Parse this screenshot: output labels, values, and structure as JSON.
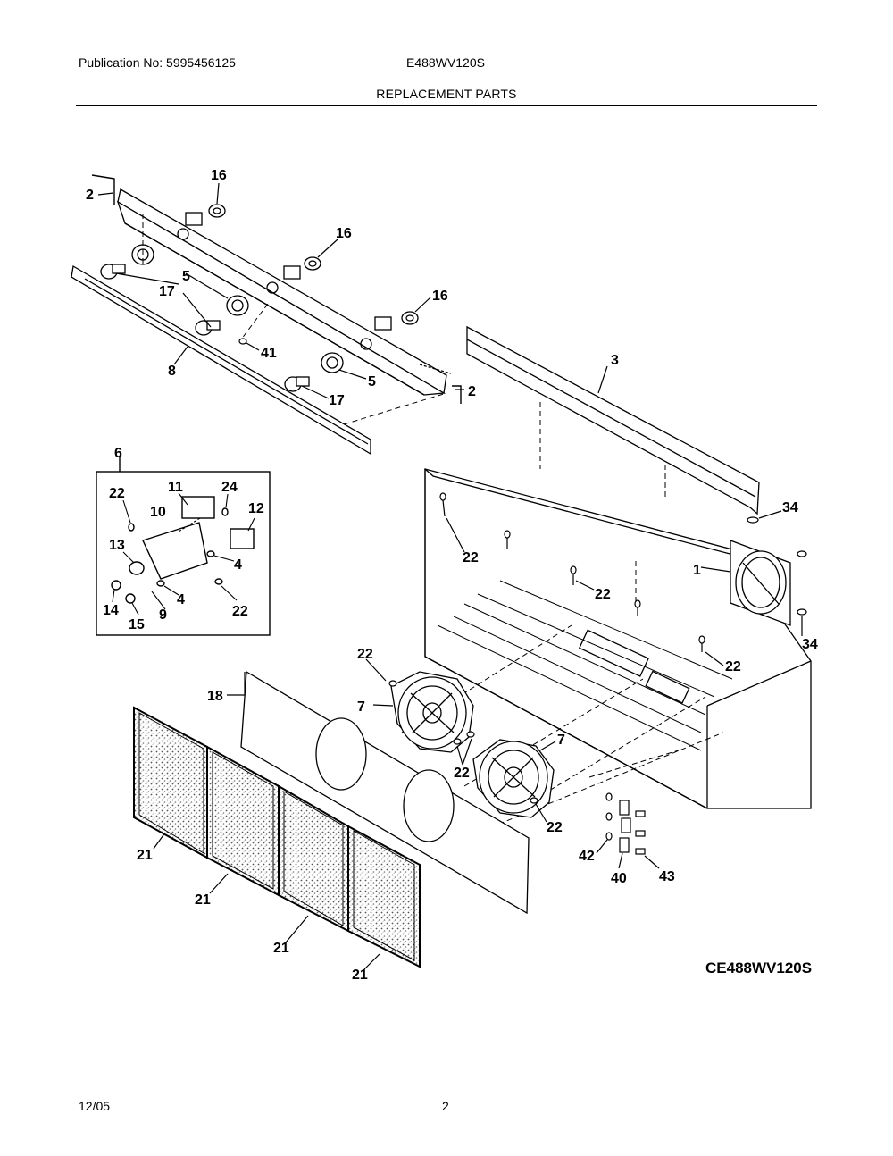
{
  "header": {
    "publication": "Publication No: 5995456125",
    "model": "E488WV120S",
    "title": "REPLACEMENT PARTS"
  },
  "diagram_code": "CE488WV120S",
  "footer": {
    "date": "12/05",
    "page": "2"
  },
  "callouts": {
    "c16a": "16",
    "c16b": "16",
    "c16c": "16",
    "c2a": "2",
    "c2b": "2",
    "c5a": "5",
    "c5b": "5",
    "c17a": "17",
    "c17b": "17",
    "c8": "8",
    "c41": "41",
    "c3": "3",
    "c6": "6",
    "c22a": "22",
    "c11": "11",
    "c24": "24",
    "c10": "10",
    "c12": "12",
    "c13": "13",
    "c4a": "4",
    "c4b": "4",
    "c14": "14",
    "c9": "9",
    "c15": "15",
    "c22b": "22",
    "c22c": "22",
    "c22d": "22",
    "c34a": "34",
    "c1": "1",
    "c34b": "34",
    "c22e": "22",
    "c22f": "22",
    "c18": "18",
    "c7a": "7",
    "c7b": "7",
    "c22g": "22",
    "c22h": "22",
    "c42": "42",
    "c40": "40",
    "c43": "43",
    "c21a": "21",
    "c21b": "21",
    "c21c": "21",
    "c21d": "21"
  }
}
